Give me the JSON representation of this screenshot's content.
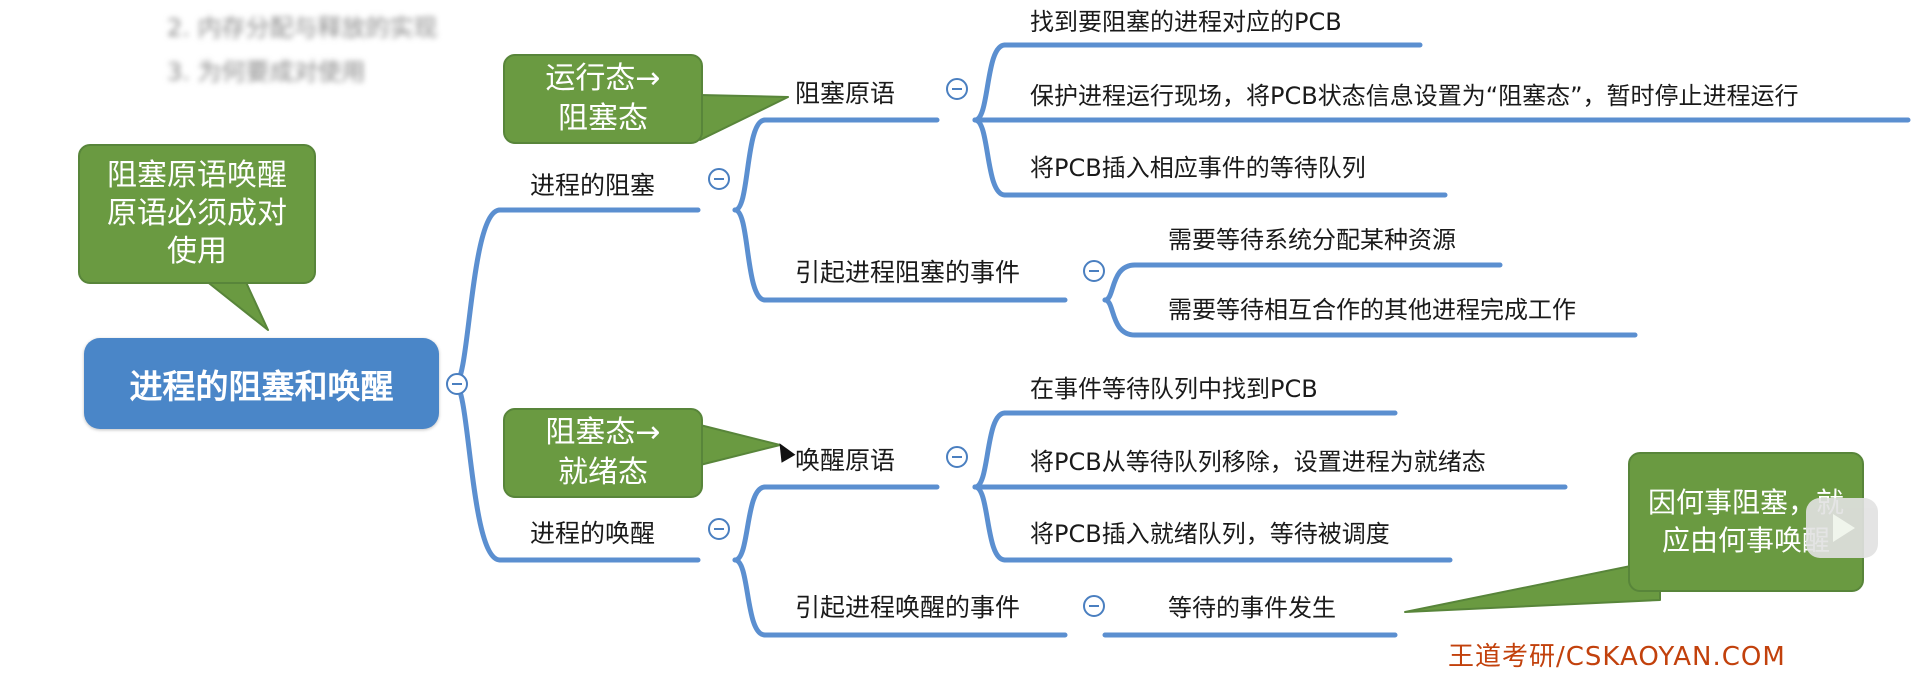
{
  "top_list": [
    "2. 内存分配与释放的实现",
    "3. 为何要成对使用"
  ],
  "root": "进程的阻塞和唤醒",
  "branches": {
    "block": {
      "label": "进程的阻塞",
      "primitive": {
        "label": "阻塞原语",
        "steps": [
          "找到要阻塞的进程对应的PCB",
          "保护进程运行现场，将PCB状态信息设置为“阻塞态”，暂时停止进程运行",
          "将PCB插入相应事件的等待队列"
        ]
      },
      "events": {
        "label": "引起进程阻塞的事件",
        "items": [
          "需要等待系统分配某种资源",
          "需要等待相互合作的其他进程完成工作"
        ]
      }
    },
    "wakeup": {
      "label": "进程的唤醒",
      "primitive": {
        "label": "唤醒原语",
        "steps": [
          "在事件等待队列中找到PCB",
          "将PCB从等待队列移除，设置进程为就绪态",
          "将PCB插入就绪队列，等待被调度"
        ]
      },
      "events": {
        "label": "引起进程唤醒的事件",
        "items": [
          "等待的事件发生"
        ]
      }
    }
  },
  "notes": {
    "pair": "阻塞原语唤醒原语必须成对使用",
    "running_to_blocked": "运行态→阻塞态",
    "blocked_to_ready": "阻塞态→就绪态",
    "cause": "因何事阻塞，就应由何事唤醒"
  },
  "watermark": "王道考研/CSKAOYAN.COM",
  "colors": {
    "root": "#4a86c8",
    "connector": "#5b8fd0",
    "note": "#6a9a41",
    "watermark": "#c2410c"
  }
}
